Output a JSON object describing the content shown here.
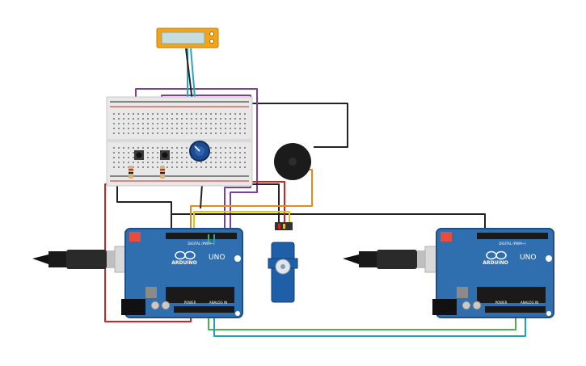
{
  "arduino_left": {
    "brand": "ARDUINO",
    "model": "UNO",
    "digital_label": "DIGITAL (PWM~)",
    "power_label": "POWER",
    "analog_label": "ANALOG IN"
  },
  "arduino_right": {
    "brand": "ARDUINO",
    "model": "UNO",
    "digital_label": "DIGITAL (PWM~)",
    "power_label": "POWER",
    "analog_label": "ANALOG IN"
  },
  "colors": {
    "board": "#2f6fb0",
    "board_dark": "#1f4f86",
    "breadboard": "#e8e8e8",
    "wire_red": "#d32222",
    "wire_black": "#222222",
    "wire_purple": "#7b3fa0",
    "wire_blue": "#2aa3c9",
    "wire_green": "#4caf50",
    "wire_yellow": "#e8c21a",
    "wire_orange": "#e58a1f",
    "wire_teal": "#24a0b0"
  },
  "components": {
    "lcd": "lcd-display",
    "potentiometer": "potentiometer",
    "buzzer": "piezo-buzzer",
    "servo": "micro-servo",
    "buttons": "push-buttons",
    "resistors": "resistors",
    "usb_left": "usb-cable",
    "usb_right": "usb-cable"
  }
}
